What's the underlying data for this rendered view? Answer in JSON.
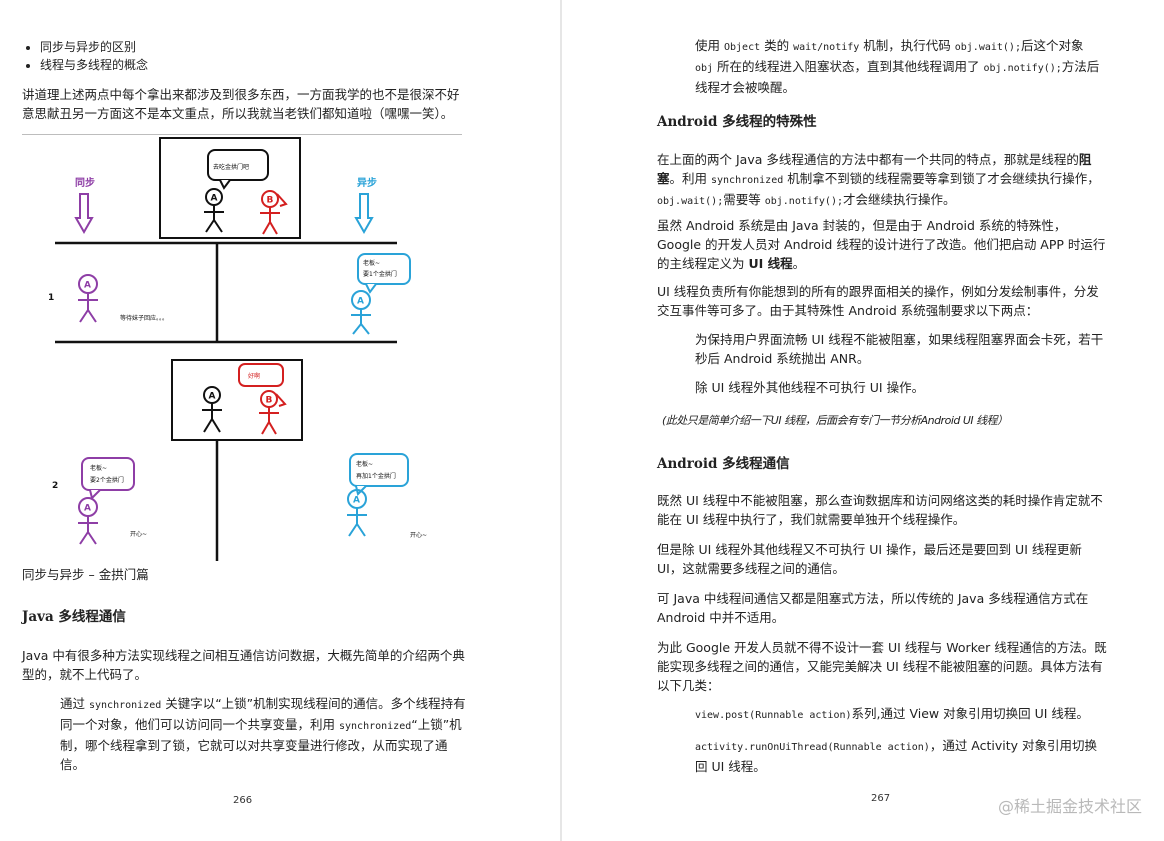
{
  "left": {
    "bullets": [
      "同步与异步的区别",
      "线程与多线程的概念"
    ],
    "intro": "讲道理上述两点中每个拿出来都涉及到很多东西，一方面我学的也不是很深不好意思献丑另一方面这不是本文重点，所以我就当老铁们都知道啦（嘿嘿一笑）。",
    "figure": {
      "label_sync": "同步",
      "label_async": "异步",
      "bubble_top": "去吃金拱门吧",
      "bubble_boss1": [
        "老板~",
        "要1个金拱门"
      ],
      "waiting": "等待妹子回应。。。",
      "bubble_ok": "好啊",
      "bubble_boss2a": [
        "老板~",
        "要2个金拱门"
      ],
      "bubble_boss2b": [
        "老板~",
        "再加1个金拱门"
      ],
      "happy1": "开心~",
      "happy2": "开心~",
      "row1": "1",
      "row2": "2",
      "figA": "A",
      "figB": "B"
    },
    "caption": "同步与异步 – 金拱门篇",
    "heading": "Java 多线程通信",
    "para1": "Java 中有很多种方法实现线程之间相互通信访问数据，大概先简单的介绍两个典型的，就不上代码了。",
    "para2_pre": "通过 ",
    "para2_code1": "synchronized",
    "para2_mid": " 关键字以“上锁”机制实现线程间的通信。多个线程持有同一个对象，他们可以访问同一个共享变量，利用 ",
    "para2_code2": "synchronized",
    "para2_post": "“上锁”机制，哪个线程拿到了锁，它就可以对共享变量进行修改，从而实现了通信。",
    "page_number": "266"
  },
  "right": {
    "p0_a": "使用 ",
    "p0_code1": "Object",
    "p0_b": " 类的 ",
    "p0_code2": "wait/notify",
    "p0_c": " 机制，执行代码 ",
    "p0_code3": "obj.wait();",
    "p0_d": "后这个对象 ",
    "p0_code4": "obj",
    "p0_e": " 所在的线程进入阻塞状态，直到其他线程调用了 ",
    "p0_code5": "obj.notify();",
    "p0_f": "方法后线程才会被唤醒。",
    "heading1": "Android 多线程的特殊性",
    "p1_a": "在上面的两个 Java 多线程通信的方法中都有一个共同的特点，那就是线程的",
    "p1_bold": "阻塞",
    "p1_b": "。利用 ",
    "p1_code1": "synchronized",
    "p1_c": " 机制拿不到锁的线程需要等拿到锁了才会继续执行操作，",
    "p1_code2": "obj.wait();",
    "p1_d": "需要等 ",
    "p1_code3": "obj.notify();",
    "p1_e": "才会继续执行操作。",
    "p2_a": "虽然 Android 系统是由 Java 封装的，但是由于 Android 系统的特殊性，Google 的开发人员对 Android 线程的设计进行了改造。他们把启动 APP 时运行的主线程定义为 ",
    "p2_bold": "UI 线程",
    "p2_b": "。",
    "p3": "UI 线程负责所有你能想到的所有的跟界面相关的操作，例如分发绘制事件，分发交互事件等可多了。由于其特殊性 Android 系统强制要求以下两点：",
    "rule1": "为保持用户界面流畅 UI 线程不能被阻塞，如果线程阻塞界面会卡死，若干秒后 Android 系统抛出 ANR。",
    "rule2": "除 UI 线程外其他线程不可执行 UI 操作。",
    "italic_note": "(此处只是简单介绍一下UI 线程，后面会有专门一节分析Android UI 线程）",
    "heading2": "Android 多线程通信",
    "p4": "既然 UI 线程中不能被阻塞，那么查询数据库和访问网络这类的耗时操作肯定就不能在 UI 线程中执行了，我们就需要单独开个线程操作。",
    "p5": "但是除 UI 线程外其他线程又不可执行 UI 操作，最后还是要回到 UI 线程更新 UI，这就需要多线程之间的通信。",
    "p6": "可 Java 中线程间通信又都是阻塞式方法，所以传统的 Java 多线程通信方式在 Android 中并不适用。",
    "p7": "为此 Google 开发人员就不得不设计一套 UI 线程与 Worker 线程通信的方法。既能实现多线程之间的通信，又能完美解决 UI 线程不能被阻塞的问题。具体方法有以下几类：",
    "m1_code": "view.post(Runnable action)",
    "m1_text": "系列,通过 View 对象引用切换回 UI 线程。",
    "m2_code": "activity.runOnUiThread(Runnable action)",
    "m2_text": "，通过 Activity 对象引用切换回 UI 线程。",
    "page_number": "267"
  },
  "watermark": "@稀土掘金技术社区",
  "colors": {
    "purple": "#8e3ea6",
    "red": "#d42020",
    "blue": "#2aa3d8",
    "black": "#111111"
  }
}
